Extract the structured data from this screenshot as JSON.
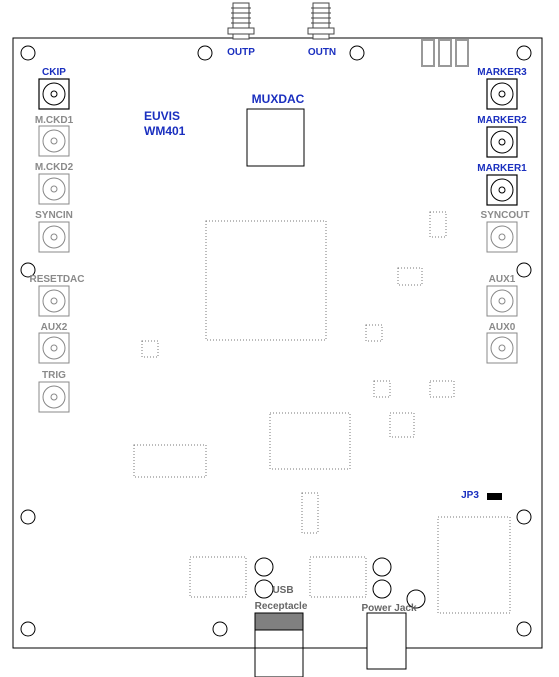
{
  "board": {
    "brand": "EUVIS",
    "model": "WM401",
    "muxdac": "MUXDAC",
    "jumper": "JP3"
  },
  "top_connectors": {
    "outp": "OUTP",
    "outn": "OUTN"
  },
  "left_connectors": [
    "CKIP",
    "M.CKD1",
    "M.CKD2",
    "SYNCIN",
    "RESETDAC",
    "AUX2",
    "TRIG"
  ],
  "right_connectors": [
    "MARKER3",
    "MARKER2",
    "MARKER1",
    "SYNCOUT",
    "AUX1",
    "AUX0"
  ],
  "bottom": {
    "usb_line1": "USB",
    "usb_line2": "Receptacle",
    "power": "Power Jack"
  },
  "colors": {
    "active_label": "#1a2fbf",
    "inactive_label": "#8a8a8a",
    "board_outline": "#000000"
  }
}
